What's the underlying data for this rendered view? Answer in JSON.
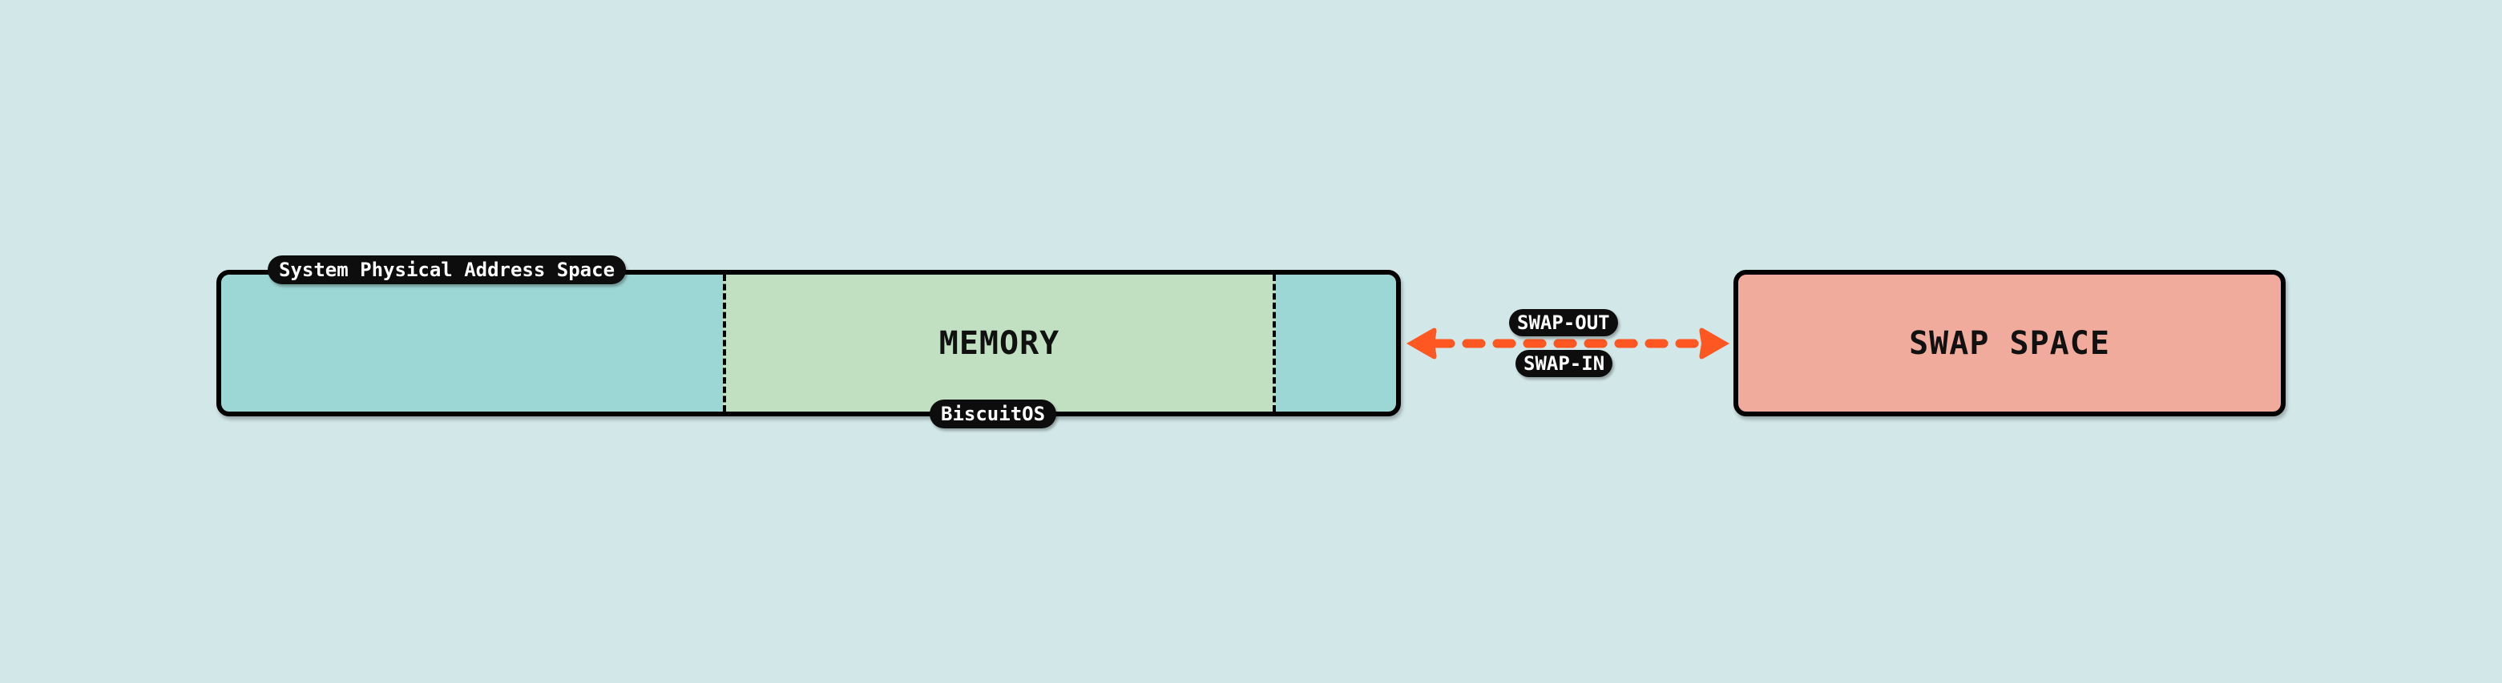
{
  "diagram": {
    "physical_space": {
      "label": "System Physical Address Space",
      "color": "#9dd7d5"
    },
    "memory": {
      "label": "MEMORY",
      "owner_label": "BiscuitOS",
      "color": "#c0e0c1"
    },
    "swap_space": {
      "label": "SWAP SPACE",
      "color": "#f1ab9c"
    },
    "transfer": {
      "out_label": "SWAP-OUT",
      "in_label": "SWAP-IN",
      "arrow_color": "#ff5722",
      "direction": "bidirectional"
    },
    "background_color": "#d2e7e8"
  }
}
